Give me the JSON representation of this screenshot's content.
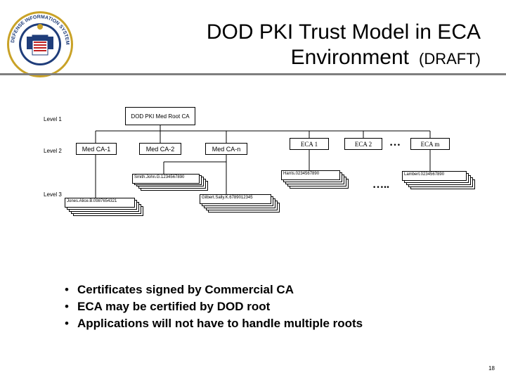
{
  "title": {
    "line1": "DOD PKI Trust Model in ECA",
    "line2": "Environment",
    "draft": "(DRAFT)"
  },
  "levels": [
    "Level 1",
    "Level 2",
    "Level 3"
  ],
  "root": "DOD PKI Med Root CA",
  "level2": {
    "med_cas": [
      "Med CA-1",
      "Med CA-2",
      "Med CA-n"
    ],
    "ecas": [
      "ECA 1",
      "ECA 2",
      "ECA m"
    ],
    "ellipsis": "…"
  },
  "certs": {
    "smith": "Smith.John.G.1234567890",
    "harris": "Harris.0234567890",
    "lambert": "Lambert.0234567890",
    "jones": "Jones.Alice.B.0987654321",
    "gilbert": "Gilbert.Sally.K.6789012345",
    "dots": "….."
  },
  "bullets": [
    "Certificates signed by Commercial CA",
    "ECA may be certified by DOD root",
    "Applications will not have to handle multiple roots"
  ],
  "bullet_char": "•",
  "page_number": "18",
  "seal_text": "DEFENSE INFORMATION SYSTEMS AGENCY",
  "colors": {
    "rule": "#7f7f7f",
    "seal_blue": "#1f3d7a",
    "seal_gold": "#c9a227"
  }
}
